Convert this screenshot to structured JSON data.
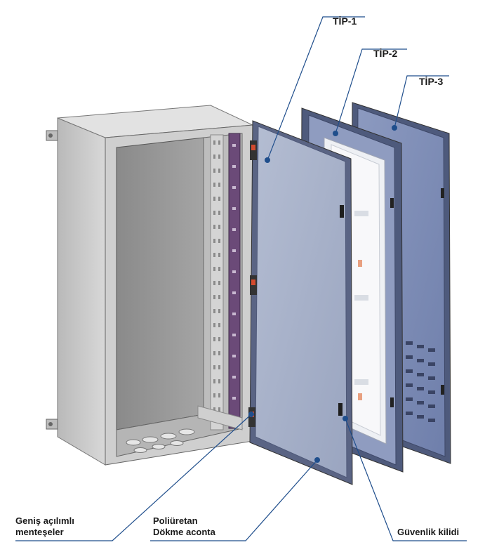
{
  "callouts": {
    "tip1": "TİP-1",
    "tip2": "TİP-2",
    "tip3": "TİP-3",
    "hinges_line1": "Geniş açılımlı",
    "hinges_line2": "menteşeler",
    "gasket_line1": "Poliüretan",
    "gasket_line2": "Dökme aconta",
    "lock": "Güvenlik kilidi"
  },
  "colors": {
    "callout_line": "#1f4e8c",
    "door_tip1": "#a9b3c9",
    "door_tip3": "#7f8fb8",
    "cabinet": "#c9c9c9",
    "mounting_rail": "#6b4a78"
  }
}
